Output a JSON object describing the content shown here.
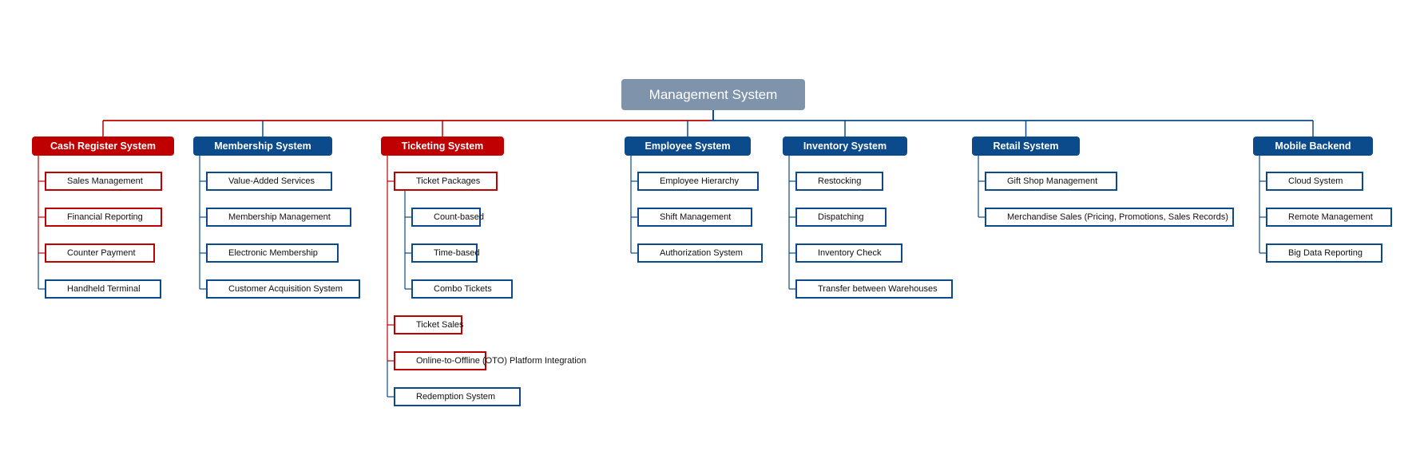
{
  "colors": {
    "red": "#C00000",
    "blue": "#0B4A8B",
    "root": "#7F93AB"
  },
  "root": {
    "label": "Management System"
  },
  "branches": [
    {
      "label": "Cash Register System",
      "color": "red",
      "children": [
        {
          "label": "Sales Management",
          "color": "red"
        },
        {
          "label": "Financial Reporting",
          "color": "red"
        },
        {
          "label": "Counter Payment",
          "color": "red"
        },
        {
          "label": "Handheld Terminal",
          "color": "blue"
        }
      ]
    },
    {
      "label": "Membership System",
      "color": "blue",
      "children": [
        {
          "label": "Value-Added Services",
          "color": "blue"
        },
        {
          "label": "Membership Management",
          "color": "blue"
        },
        {
          "label": "Electronic Membership",
          "color": "blue"
        },
        {
          "label": "Customer Acquisition System",
          "color": "blue"
        }
      ]
    },
    {
      "label": "Ticketing System",
      "color": "red",
      "children": [
        {
          "label": "Ticket Packages",
          "color": "red",
          "children": [
            {
              "label": "Count-based",
              "color": "blue"
            },
            {
              "label": "Time-based",
              "color": "blue"
            },
            {
              "label": "Combo Tickets",
              "color": "blue"
            }
          ]
        },
        {
          "label": "Ticket Sales",
          "color": "red"
        },
        {
          "label": "Online-to-Offline (OTO) Platform Integration",
          "color": "red"
        },
        {
          "label": "Redemption System",
          "color": "blue"
        }
      ]
    },
    {
      "label": "Employee System",
      "color": "blue",
      "children": [
        {
          "label": "Employee Hierarchy",
          "color": "blue"
        },
        {
          "label": "Shift Management",
          "color": "blue"
        },
        {
          "label": "Authorization System",
          "color": "blue"
        }
      ]
    },
    {
      "label": "Inventory System",
      "color": "blue",
      "children": [
        {
          "label": "Restocking",
          "color": "blue"
        },
        {
          "label": "Dispatching",
          "color": "blue"
        },
        {
          "label": "Inventory Check",
          "color": "blue"
        },
        {
          "label": "Transfer between Warehouses",
          "color": "blue"
        }
      ]
    },
    {
      "label": "Retail System",
      "color": "blue",
      "children": [
        {
          "label": "Gift Shop Management",
          "color": "blue"
        },
        {
          "label": "Merchandise Sales (Pricing, Promotions, Sales Records)",
          "color": "blue"
        }
      ]
    },
    {
      "label": "Mobile Backend",
      "color": "blue",
      "children": [
        {
          "label": "Cloud System",
          "color": "blue"
        },
        {
          "label": "Remote Management",
          "color": "blue"
        },
        {
          "label": "Big Data Reporting",
          "color": "blue"
        }
      ]
    }
  ]
}
